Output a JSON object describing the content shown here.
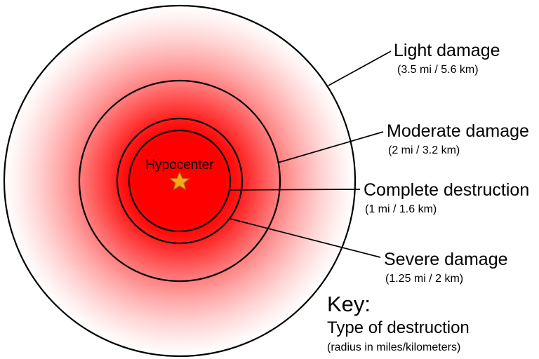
{
  "diagram": {
    "title_text": "Hypocenter",
    "center_marker": "star-icon",
    "star_color": "#f5ab18",
    "fill_center_color": "#ff0000",
    "fill_edge_color": "#ffffff",
    "outline_color": "#000000",
    "rings": [
      {
        "id": "complete-destruction",
        "label": "Complete destruction",
        "radius_text": "(1 mi / 1.6 km)",
        "radius_mi": 1,
        "radius_km": 1.6,
        "px_radius": 72
      },
      {
        "id": "severe-damage",
        "label": "Severe damage",
        "radius_text": "(1.25 mi / 2 km)",
        "radius_mi": 1.25,
        "radius_km": 2,
        "px_radius": 89
      },
      {
        "id": "moderate-damage",
        "label": "Moderate damage",
        "radius_text": "(2 mi / 3.2 km)",
        "radius_mi": 2,
        "radius_km": 3.2,
        "px_radius": 143
      },
      {
        "id": "light-damage",
        "label": "Light damage",
        "radius_text": "(3.5 mi / 5.6 km)",
        "radius_mi": 3.5,
        "radius_km": 5.6,
        "px_radius": 250
      }
    ]
  },
  "key": {
    "heading": "Key:",
    "line1": "Type of destruction",
    "line2": "(radius in miles/kilometers)"
  }
}
